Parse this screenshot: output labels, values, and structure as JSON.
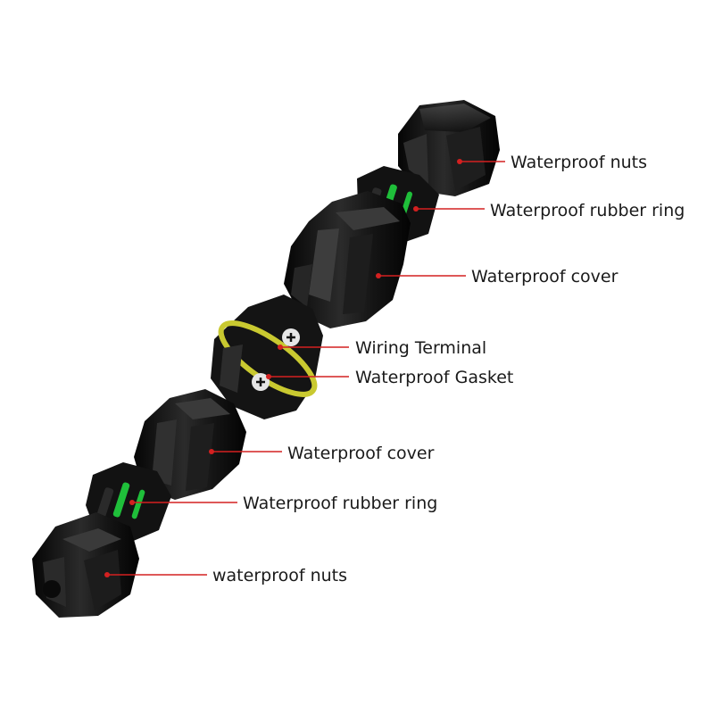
{
  "colors": {
    "leader_line": "#d42020",
    "part_body": "#151515",
    "part_highlight": "#4a4a4a",
    "rubber_ring": "#1fbf3a",
    "gasket": "#c9c930"
  },
  "labels": [
    {
      "id": "nut-top",
      "text": "Waterproof nuts"
    },
    {
      "id": "ring-top",
      "text": "Waterproof rubber ring"
    },
    {
      "id": "cover-top",
      "text": "Waterproof cover"
    },
    {
      "id": "terminal",
      "text": "Wiring Terminal"
    },
    {
      "id": "gasket",
      "text": "Waterproof Gasket"
    },
    {
      "id": "cover-bottom",
      "text": "Waterproof cover"
    },
    {
      "id": "ring-bottom",
      "text": "Waterproof rubber ring"
    },
    {
      "id": "nut-bottom",
      "text": "waterproof nuts"
    }
  ]
}
